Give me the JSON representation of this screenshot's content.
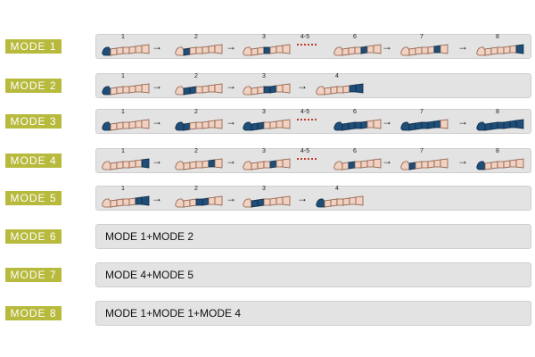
{
  "colors": {
    "label_bg": "#b7ba3c",
    "panel_bg": "#e3e3e3",
    "skin": "#f1d1c1",
    "cuff": "#1f4e79",
    "dots": "#c0392b"
  },
  "modes": [
    {
      "label": "MODE  1",
      "steps": [
        {
          "num": "1",
          "active": [
            "foot"
          ]
        },
        {
          "num": "2",
          "active": [
            "ankle"
          ]
        },
        {
          "num": "3",
          "active": [
            "calf2"
          ]
        },
        {
          "num": "4-5",
          "dots": true
        },
        {
          "num": "6",
          "active": [
            "knee"
          ]
        },
        {
          "num": "7",
          "active": [
            "thigh1"
          ]
        },
        {
          "num": "8",
          "active": [
            "thigh2"
          ]
        }
      ]
    },
    {
      "label": "MODE  2",
      "steps": [
        {
          "num": "1",
          "active": [
            "foot"
          ]
        },
        {
          "num": "2",
          "active": [
            "ankle",
            "calf1"
          ]
        },
        {
          "num": "3",
          "active": [
            "calf2",
            "knee"
          ]
        },
        {
          "num": "4",
          "active": [
            "thigh1",
            "thigh2"
          ]
        }
      ]
    },
    {
      "label": "MODE  3",
      "steps": [
        {
          "num": "1",
          "active": [
            "foot"
          ]
        },
        {
          "num": "2",
          "active": [
            "foot",
            "ankle"
          ]
        },
        {
          "num": "3",
          "active": [
            "foot",
            "ankle",
            "calf1"
          ]
        },
        {
          "num": "4-5",
          "dots": true
        },
        {
          "num": "6",
          "active": [
            "foot",
            "ankle",
            "calf1",
            "calf2",
            "knee"
          ]
        },
        {
          "num": "7",
          "active": [
            "foot",
            "ankle",
            "calf1",
            "calf2",
            "knee",
            "thigh1"
          ]
        },
        {
          "num": "8",
          "active": [
            "foot",
            "ankle",
            "calf1",
            "calf2",
            "knee",
            "thigh1",
            "thigh2"
          ]
        }
      ]
    },
    {
      "label": "MODE  4",
      "steps": [
        {
          "num": "1",
          "active": [
            "thigh2"
          ]
        },
        {
          "num": "2",
          "active": [
            "thigh1"
          ]
        },
        {
          "num": "3",
          "active": [
            "knee"
          ]
        },
        {
          "num": "4-5",
          "dots": true
        },
        {
          "num": "6",
          "active": [
            "calf1"
          ]
        },
        {
          "num": "7",
          "active": [
            "ankle"
          ]
        },
        {
          "num": "8",
          "active": [
            "foot"
          ]
        }
      ]
    },
    {
      "label": "MODE  5",
      "steps": [
        {
          "num": "1",
          "active": [
            "thigh1",
            "thigh2"
          ]
        },
        {
          "num": "2",
          "active": [
            "calf2",
            "knee"
          ]
        },
        {
          "num": "3",
          "active": [
            "ankle",
            "calf1"
          ]
        },
        {
          "num": "4",
          "active": [
            "foot"
          ]
        }
      ]
    },
    {
      "label": "MODE  6",
      "text": "MODE 1+MODE 2"
    },
    {
      "label": "MODE  7",
      "text": "MODE 4+MODE 5"
    },
    {
      "label": "MODE  8",
      "text": "MODE 1+MODE 1+MODE 4"
    }
  ]
}
